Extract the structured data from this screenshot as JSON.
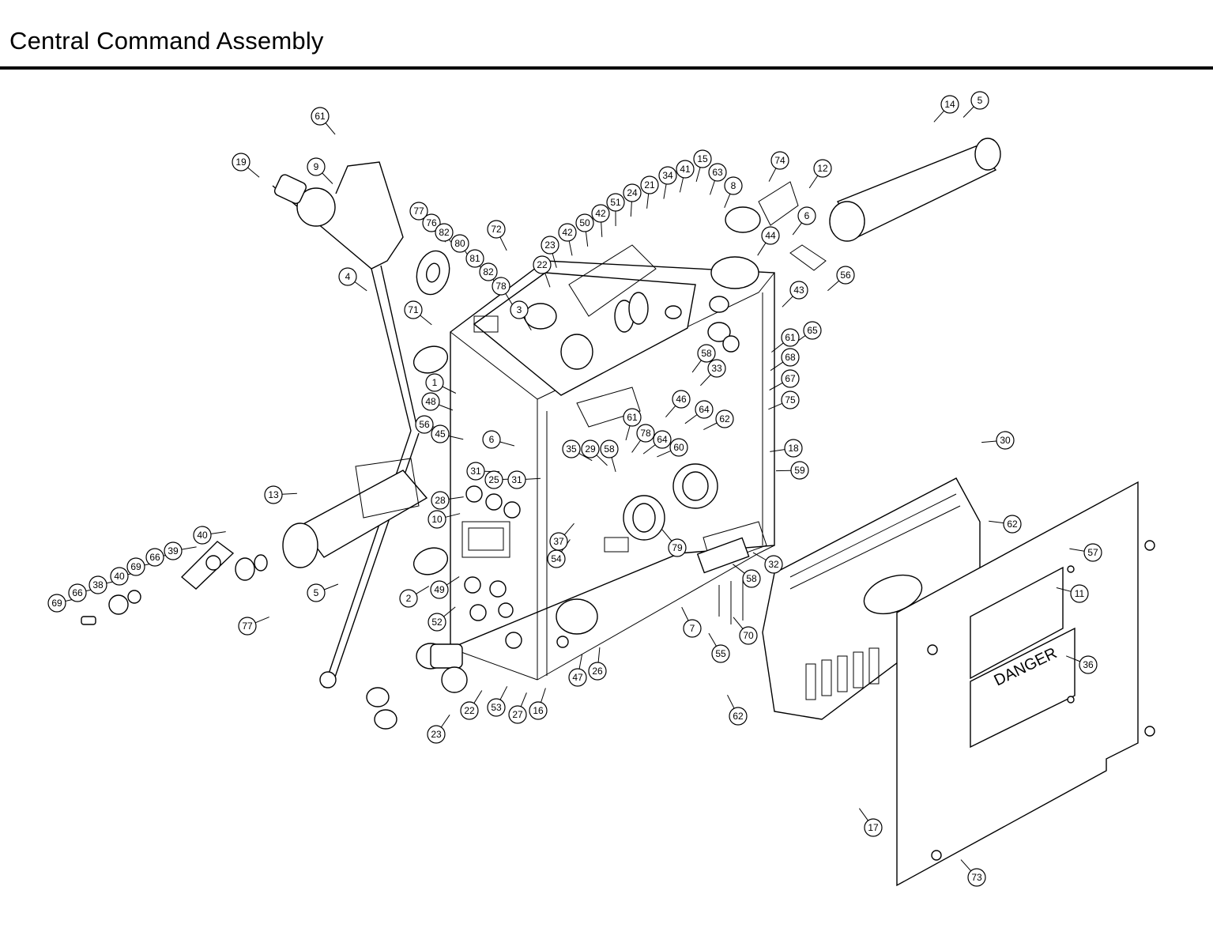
{
  "title": "Central Command Assembly",
  "decal_text": "DANGER",
  "callouts": [
    {
      "num": "61"
    },
    {
      "num": "19"
    },
    {
      "num": "9"
    },
    {
      "num": "77"
    },
    {
      "num": "76"
    },
    {
      "num": "82"
    },
    {
      "num": "80"
    },
    {
      "num": "81"
    },
    {
      "num": "82"
    },
    {
      "num": "4"
    },
    {
      "num": "72"
    },
    {
      "num": "78"
    },
    {
      "num": "71"
    },
    {
      "num": "23"
    },
    {
      "num": "42"
    },
    {
      "num": "50"
    },
    {
      "num": "42"
    },
    {
      "num": "51"
    },
    {
      "num": "24"
    },
    {
      "num": "21"
    },
    {
      "num": "34"
    },
    {
      "num": "41"
    },
    {
      "num": "15"
    },
    {
      "num": "63"
    },
    {
      "num": "8"
    },
    {
      "num": "74"
    },
    {
      "num": "12"
    },
    {
      "num": "14"
    },
    {
      "num": "5"
    },
    {
      "num": "6"
    },
    {
      "num": "44"
    },
    {
      "num": "43"
    },
    {
      "num": "56"
    },
    {
      "num": "22"
    },
    {
      "num": "3"
    },
    {
      "num": "65"
    },
    {
      "num": "61"
    },
    {
      "num": "58"
    },
    {
      "num": "68"
    },
    {
      "num": "33"
    },
    {
      "num": "67"
    },
    {
      "num": "75"
    },
    {
      "num": "1"
    },
    {
      "num": "48"
    },
    {
      "num": "46"
    },
    {
      "num": "64"
    },
    {
      "num": "62"
    },
    {
      "num": "6"
    },
    {
      "num": "35"
    },
    {
      "num": "29"
    },
    {
      "num": "58"
    },
    {
      "num": "61"
    },
    {
      "num": "78"
    },
    {
      "num": "64"
    },
    {
      "num": "60"
    },
    {
      "num": "56"
    },
    {
      "num": "45"
    },
    {
      "num": "18"
    },
    {
      "num": "59"
    },
    {
      "num": "31"
    },
    {
      "num": "25"
    },
    {
      "num": "31"
    },
    {
      "num": "30"
    },
    {
      "num": "13"
    },
    {
      "num": "28"
    },
    {
      "num": "10"
    },
    {
      "num": "62"
    },
    {
      "num": "40"
    },
    {
      "num": "39"
    },
    {
      "num": "66"
    },
    {
      "num": "69"
    },
    {
      "num": "40"
    },
    {
      "num": "38"
    },
    {
      "num": "66"
    },
    {
      "num": "69"
    },
    {
      "num": "5"
    },
    {
      "num": "77"
    },
    {
      "num": "2"
    },
    {
      "num": "37"
    },
    {
      "num": "54"
    },
    {
      "num": "49"
    },
    {
      "num": "79"
    },
    {
      "num": "32"
    },
    {
      "num": "58"
    },
    {
      "num": "57"
    },
    {
      "num": "11"
    },
    {
      "num": "7"
    },
    {
      "num": "52"
    },
    {
      "num": "70"
    },
    {
      "num": "55"
    },
    {
      "num": "47"
    },
    {
      "num": "26"
    },
    {
      "num": "22"
    },
    {
      "num": "53"
    },
    {
      "num": "27"
    },
    {
      "num": "16"
    },
    {
      "num": "23"
    },
    {
      "num": "62"
    },
    {
      "num": "36"
    },
    {
      "num": "17"
    },
    {
      "num": "73"
    }
  ]
}
